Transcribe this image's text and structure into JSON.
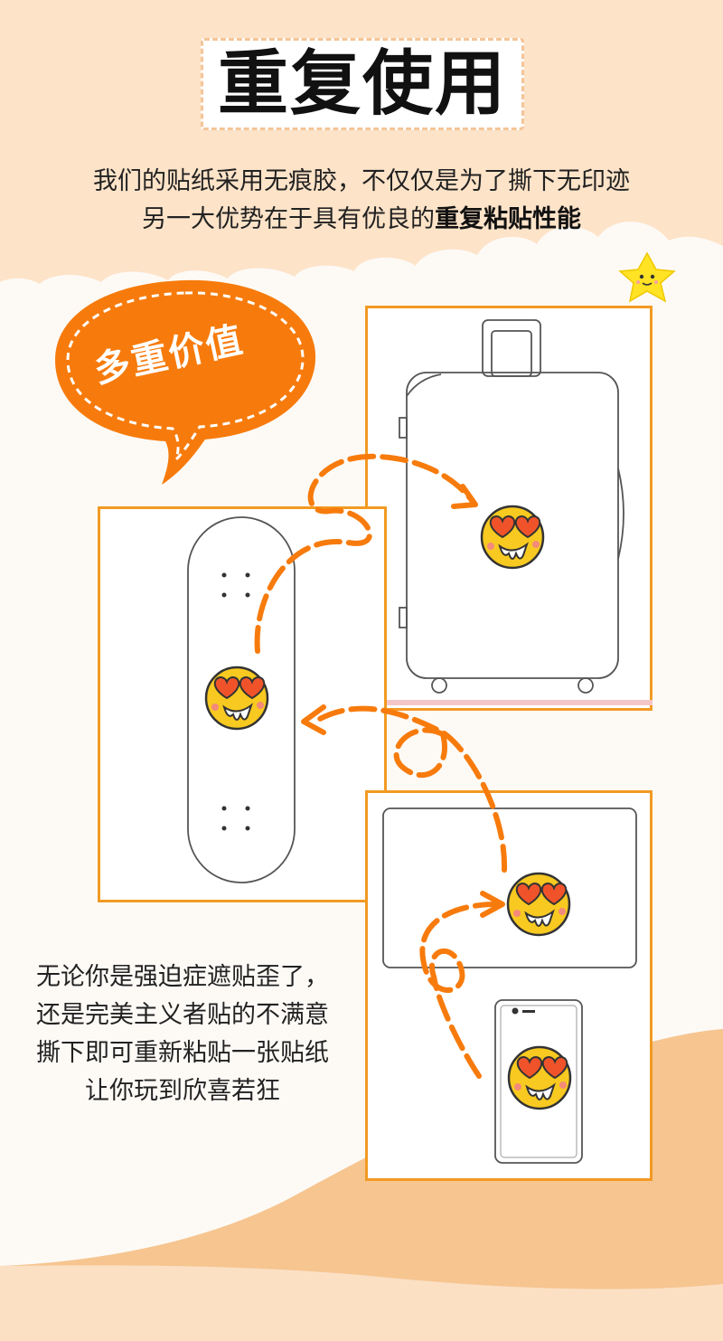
{
  "title": "重复使用",
  "intro": {
    "line1": "我们的贴纸采用无痕胶，不仅仅是为了撕下无印迹",
    "line2_prefix": "另一大优势在于具有优良的",
    "line2_bold": "重复粘贴性能"
  },
  "bubble_label": "多重价值",
  "caption": {
    "line1": "无论你是强迫症遮贴歪了，",
    "line2": "还是完美主义者贴的不满意",
    "line3": "撕下即可重新粘贴一张贴纸",
    "line4": "让你玩到欣喜若狂"
  },
  "colors": {
    "peach_bg": "#fde3c8",
    "orange": "#f77b0c",
    "panel_border": "#f29a23",
    "sand": "#f6c590",
    "emoji_face": "#f8c920"
  },
  "icons": [
    "star-mascot-icon",
    "suitcase-illustration",
    "skateboard-illustration",
    "laptop-illustration",
    "phone-illustration",
    "heart-eyes-emoji-icon",
    "curly-arrow-icon"
  ]
}
